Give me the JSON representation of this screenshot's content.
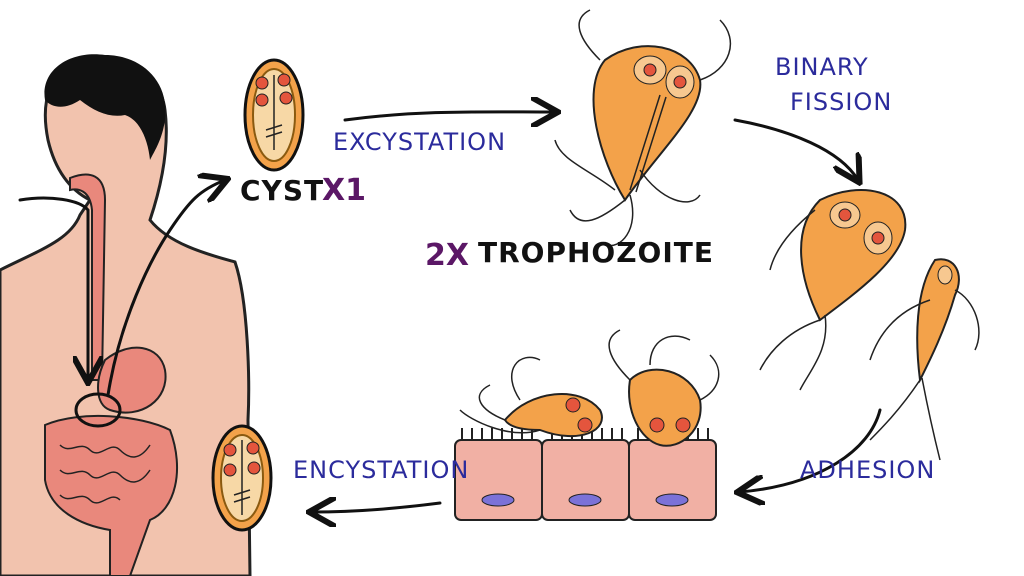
{
  "title": "Giardia life cycle",
  "labels": {
    "excystation": "EXCYSTATION",
    "cyst": "CYST",
    "cyst_count": "X1",
    "trophozoite_count": "2X",
    "trophozoite": "TROPHOZOITE",
    "binary": "BINARY",
    "fission": "FISSION",
    "adhesion": "ADHESION",
    "encystation": "ENCYSTATION"
  },
  "colors": {
    "skin": "#f2c3ae",
    "organ": "#e9887c",
    "parasite": "#f3a24a",
    "nucleus": "#e4553d",
    "cell": "#f1b0a4",
    "cell_nucleus": "#7b72d8",
    "label_blue": "#2b2b9c",
    "label_purple": "#5b1766"
  }
}
